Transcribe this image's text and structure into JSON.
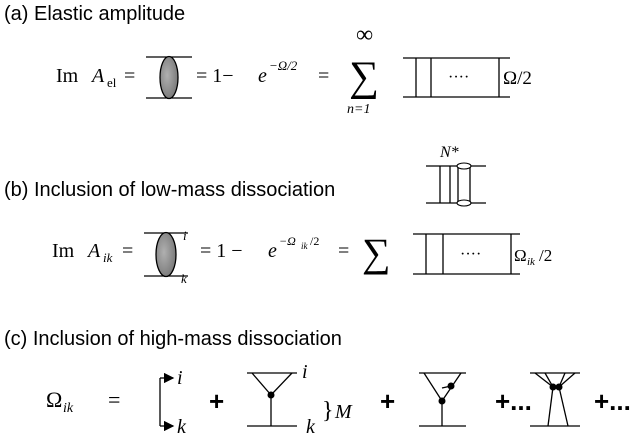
{
  "section_a": {
    "heading": "(a) Elastic amplitude",
    "lhs": {
      "im": "Im",
      "amp": "A",
      "sub": "el"
    },
    "eq1": "=",
    "eq2": "= 1−",
    "exp_base": "e",
    "exp": "−Ω/2",
    "eq3": "=",
    "sum_upper": "∞",
    "sum_sign": "∑",
    "sum_lower": "n=1",
    "dots": "····",
    "omega_label": "Ω/2"
  },
  "section_b": {
    "heading": "(b) Inclusion of low-mass dissociation",
    "nstar": "N*",
    "lhs": {
      "im": "Im",
      "amp": "A",
      "sub": "ik"
    },
    "eq1": "=",
    "label_i": "i",
    "label_k": "k",
    "eq2": "= 1 −",
    "exp_base": "e",
    "exp": "−Ω",
    "exp_sub": "ik",
    "exp_tail": "/2",
    "eq3": "=",
    "sum_sign": "∑",
    "dots": "····",
    "omega": "Ω",
    "omega_sub": "ik",
    "omega_tail": "/2"
  },
  "section_c": {
    "heading": "(c) Inclusion of high-mass dissociation",
    "lhs_omega": "Ω",
    "lhs_sub": "ik",
    "eq": "=",
    "label_i": "i",
    "label_k": "k",
    "plus": "+",
    "label_i2": "i",
    "label_k2": "k",
    "brace": "}",
    "label_M": "M",
    "plus2": "+",
    "plus3": "+...",
    "plus4": "+..."
  }
}
